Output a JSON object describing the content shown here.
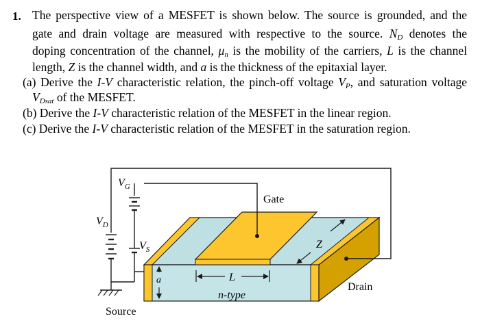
{
  "problem": {
    "number": "1.",
    "intro": [
      "The perspective view of a MESFET is shown below. The source is grounded, and the",
      "gate and drain voltage are measured with respective to the source.",
      "denotes the",
      "doping concentration of the channel,",
      "is the mobility of the carriers,",
      "is the channel",
      "length,",
      "is the channel width, and",
      "is the thickness of the epitaxial layer."
    ],
    "sym": {
      "N": "N",
      "D": "D",
      "mu": "μ",
      "n": "n",
      "L": "L",
      "Z": "Z",
      "a": "a"
    },
    "parts": {
      "a1_pre": "(a) Derive the",
      "IV": "I-V",
      "a1_mid": "characteristic relation, the pinch-off voltage",
      "VP_main": "V",
      "VP_sub": "P",
      "a1_post": ", and saturation voltage",
      "VD_main": "V",
      "VD_sub": "Dsat",
      "a2_post": "of the MESFET.",
      "b_pre": "(b) Derive the",
      "b_post": "characteristic relation of the MESFET in the linear region.",
      "c_pre": "(c) Derive the",
      "c_post": "characteristic relation of the MESFET in the saturation region."
    }
  },
  "figure": {
    "labels": {
      "gate": "Gate",
      "drain": "Drain",
      "source": "Source",
      "ntype": "n-type",
      "L": "L",
      "Z": "Z",
      "a": "a",
      "V": "V",
      "VG_sub": "G",
      "VD_sub": "D",
      "VS_sub": "S"
    },
    "colors": {
      "substrate_front": "#c4e4e8",
      "substrate_top": "#bfe0e3",
      "gate_metal": "#fdc62f",
      "contact_side": "#d4a100",
      "outline": "#1a1a1a"
    }
  }
}
